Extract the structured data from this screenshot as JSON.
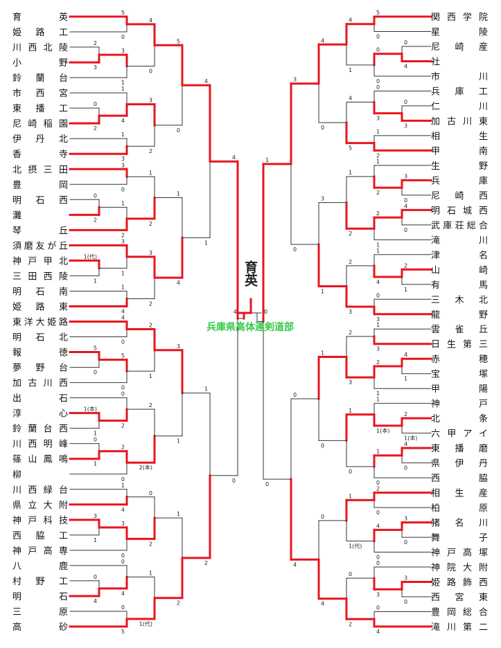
{
  "title": "兵庫県高体連剣道部",
  "champion": "育英",
  "colors": {
    "win": "#e8141e",
    "lose": "#333333",
    "title": "#36c94a"
  },
  "left": {
    "teams": [
      "育英",
      "姫路工",
      "川西北陵",
      "小野",
      "鈴蘭台",
      "市西宮",
      "東播工",
      "尼崎稲園",
      "伊丹北",
      "香寺",
      "北摂三田",
      "豊岡",
      "明石西",
      "灘",
      "琴丘",
      "須磨友が丘",
      "神戸甲北",
      "三田西陵",
      "明石南",
      "姫路東",
      "東洋大姫路",
      "明石北",
      "報徳",
      "夢野台",
      "加古川西",
      "出石",
      "淳心",
      "鈴蘭台西",
      "川西明峰",
      "篠山鳳鳴",
      "柳",
      "川西緑台",
      "県立大附",
      "神戸科技",
      "西脇工",
      "神戸高専",
      "八鹿",
      "村野工",
      "明石",
      "三原",
      "高砂"
    ],
    "r1": [
      {
        "a": 2,
        "b": 3,
        "sa": "2",
        "sb": "3",
        "w": "b"
      },
      {
        "a": 6,
        "b": 7,
        "sa": "0",
        "sb": "2",
        "w": "b"
      },
      {
        "a": 12,
        "b": 13,
        "sa": "0",
        "sb": "2",
        "w": "b"
      },
      {
        "a": 16,
        "b": 17,
        "sa": "1(代)",
        "sb": "1",
        "w": "a"
      },
      {
        "a": 22,
        "b": 23,
        "sa": "5",
        "sb": "0",
        "w": "a"
      },
      {
        "a": 26,
        "b": 27,
        "sa": "1(本)",
        "sb": "1",
        "w": "a"
      },
      {
        "a": 28,
        "b": 29,
        "sa": "0",
        "sb": "1",
        "w": "b"
      },
      {
        "a": 33,
        "b": 34,
        "sa": "3",
        "sb": "1",
        "w": "a"
      },
      {
        "a": 37,
        "b": 38,
        "sa": "0",
        "sb": "4",
        "w": "b"
      }
    ],
    "r2": [
      {
        "a": 0,
        "b": 1,
        "sa": "5",
        "sb": "0",
        "w": "a"
      },
      {
        "a": "m0",
        "b": 4,
        "sa": "3",
        "sb": "1",
        "w": "a"
      },
      {
        "a": 5,
        "b": "m1",
        "sa": "1",
        "sb": "4",
        "w": "b"
      },
      {
        "a": 8,
        "b": 9,
        "sa": "1",
        "sb": "3",
        "w": "b"
      },
      {
        "a": 10,
        "b": 11,
        "sa": "3",
        "sb": "0",
        "w": "a"
      },
      {
        "a": "m2",
        "b": 14,
        "sa": "1",
        "sb": "2",
        "w": "b"
      },
      {
        "a": 15,
        "b": "m3",
        "sa": "3",
        "sb": "1",
        "w": "a"
      },
      {
        "a": 18,
        "b": 19,
        "sa": "1",
        "sb": "4",
        "w": "b"
      },
      {
        "a": 20,
        "b": 21,
        "sa": "4",
        "sb": "0",
        "w": "a"
      },
      {
        "a": "m4",
        "b": 24,
        "sa": "5",
        "sb": "0",
        "w": "a"
      },
      {
        "a": 25,
        "b": "m5",
        "sa": "0",
        "sb": "2",
        "w": "b"
      },
      {
        "a": "m6",
        "b": 30,
        "sa": "2",
        "sb": "0",
        "w": "a"
      },
      {
        "a": 31,
        "b": 32,
        "sa": "1",
        "sb": "4",
        "w": "b"
      },
      {
        "a": "m7",
        "b": 35,
        "sa": "3",
        "sb": "0",
        "w": "a"
      },
      {
        "a": 36,
        "b": "m8",
        "sa": "0",
        "sb": "4",
        "w": "b"
      },
      {
        "a": 39,
        "b": 40,
        "sa": "0",
        "sb": "5",
        "w": "b"
      }
    ],
    "r3": [
      {
        "sa": "4",
        "sb": "0",
        "w": "a"
      },
      {
        "sa": "3",
        "sb": "2",
        "w": "a"
      },
      {
        "sa": "1",
        "sb": "2",
        "w": "b"
      },
      {
        "sa": "3",
        "sb": "2",
        "w": "a"
      },
      {
        "sa": "2",
        "sb": "1",
        "w": "a"
      },
      {
        "sa": "2",
        "sb": "2(本)",
        "w": "b"
      },
      {
        "sa": "0",
        "sb": "2",
        "w": "b"
      },
      {
        "sa": "1",
        "sb": "1(代)",
        "w": "b"
      }
    ],
    "r4": [
      {
        "sa": "5",
        "sb": "0",
        "w": "a"
      },
      {
        "sa": "1",
        "sb": "4",
        "w": "b"
      },
      {
        "sa": "3",
        "sb": "1",
        "w": "a"
      },
      {
        "sa": "1",
        "sb": "2",
        "w": "b"
      }
    ],
    "r5": [
      {
        "sa": "4",
        "sb": "1",
        "w": "a"
      },
      {
        "sa": "1",
        "sb": "2",
        "w": "b"
      }
    ],
    "r6": [
      {
        "sa": "4",
        "sb": "0",
        "w": "a"
      }
    ]
  },
  "right": {
    "teams": [
      "関西学院",
      "星陵",
      "尼崎産",
      "社",
      "市川",
      "兵庫工",
      "仁川",
      "加古川東",
      "相生",
      "甲南",
      "生野",
      "兵庫",
      "尼崎西",
      "明石城西",
      "武庫荘総合",
      "滝川",
      "津名",
      "山崎",
      "有馬",
      "三木北",
      "龍野",
      "雲雀丘",
      "日生第三",
      "赤穂",
      "宝塚",
      "甲陽",
      "神戸",
      "北条",
      "六甲アイ",
      "東播磨",
      "県伊丹",
      "西脇",
      "相生産",
      "柏原",
      "猪名川",
      "舞子",
      "神戸高塚",
      "神院大附",
      "姫路飾西",
      "西宮東",
      "豊岡総合",
      "滝川第二"
    ],
    "r1": [
      {
        "a": 2,
        "b": 3,
        "sa": "0",
        "sb": "4",
        "w": "b"
      },
      {
        "a": 6,
        "b": 7,
        "sa": "0",
        "sb": "3",
        "w": "b"
      },
      {
        "a": 11,
        "b": 12,
        "sa": "3",
        "sb": "0",
        "w": "a"
      },
      {
        "a": 13,
        "b": 14,
        "sa": "4",
        "sb": "0",
        "w": "a"
      },
      {
        "a": 17,
        "b": 18,
        "sa": "2",
        "sb": "1",
        "w": "a"
      },
      {
        "a": 23,
        "b": 24,
        "sa": "4",
        "sb": "1",
        "w": "a"
      },
      {
        "a": 27,
        "b": 28,
        "sa": "2",
        "sb": "1(本)",
        "w": "a"
      },
      {
        "a": 29,
        "b": 30,
        "sa": "4",
        "sb": "0",
        "w": "a"
      },
      {
        "a": 34,
        "b": 35,
        "sa": "3",
        "sb": "0",
        "w": "a"
      },
      {
        "a": 38,
        "b": 39,
        "sa": "3",
        "sb": "0",
        "w": "a"
      }
    ],
    "r2": [
      {
        "a": 0,
        "b": 1,
        "sa": "5",
        "sb": "0",
        "w": "a"
      },
      {
        "a": "m0",
        "b": 4,
        "sa": "0",
        "sb": "0",
        "w": "a"
      },
      {
        "a": 5,
        "b": "m1",
        "sa": "0",
        "sb": "3",
        "w": "b"
      },
      {
        "a": 8,
        "b": 9,
        "sa": "1",
        "sb": "2",
        "w": "b"
      },
      {
        "a": 10,
        "b": "m2",
        "sa": "1",
        "sb": "2",
        "w": "b"
      },
      {
        "a": "m3",
        "b": 15,
        "sa": "2",
        "sb": "1",
        "w": "a"
      },
      {
        "a": 16,
        "b": "m4",
        "sa": "1",
        "sb": "4",
        "w": "b"
      },
      {
        "a": 19,
        "b": 20,
        "sa": "0",
        "sb": "3",
        "w": "b"
      },
      {
        "a": 21,
        "b": 22,
        "sa": "1",
        "sb": "3",
        "w": "b"
      },
      {
        "a": "m5",
        "b": 25,
        "sa": "2",
        "sb": "1",
        "w": "a"
      },
      {
        "a": 26,
        "b": "m6",
        "sa": "1",
        "sb": "1(本)",
        "w": "b"
      },
      {
        "a": "m7",
        "b": 31,
        "sa": "1",
        "sb": "0",
        "w": "a"
      },
      {
        "a": 32,
        "b": 33,
        "sa": "2",
        "sb": "0",
        "w": "a"
      },
      {
        "a": "m8",
        "b": 36,
        "sa": "4",
        "sb": "0",
        "w": "a"
      },
      {
        "a": 37,
        "b": "m9",
        "sa": "0",
        "sb": "3",
        "w": "b"
      },
      {
        "a": 40,
        "b": 41,
        "sa": "0",
        "sb": "4",
        "w": "b"
      }
    ],
    "r3": [
      {
        "sa": "4",
        "sb": "1",
        "w": "a"
      },
      {
        "sa": "4",
        "sb": "5",
        "w": "b"
      },
      {
        "sa": "1",
        "sb": "2",
        "w": "b"
      },
      {
        "sa": "2",
        "sb": "3",
        "w": "b"
      },
      {
        "sa": "2",
        "sb": "3",
        "w": "b"
      },
      {
        "sa": "1",
        "sb": "0",
        "w": "a"
      },
      {
        "sa": "1",
        "sb": "1(代)",
        "w": "a"
      },
      {
        "sa": "0",
        "sb": "2",
        "w": "b"
      }
    ],
    "r4": [
      {
        "sa": "4",
        "sb": "0",
        "w": "a"
      },
      {
        "sa": "3",
        "sb": "1",
        "w": "b"
      },
      {
        "sa": "1",
        "sb": "0",
        "w": "a"
      },
      {
        "sa": "0",
        "sb": "4",
        "w": "b"
      }
    ],
    "r5": [
      {
        "sa": "3",
        "sb": "0",
        "w": "a"
      },
      {
        "sa": "0",
        "sb": "4",
        "w": "b"
      }
    ],
    "r6": [
      {
        "sa": "1",
        "sb": "0",
        "w": "a"
      }
    ]
  },
  "final": {
    "left_score": "4",
    "right_score": "0",
    "winner": "left"
  }
}
